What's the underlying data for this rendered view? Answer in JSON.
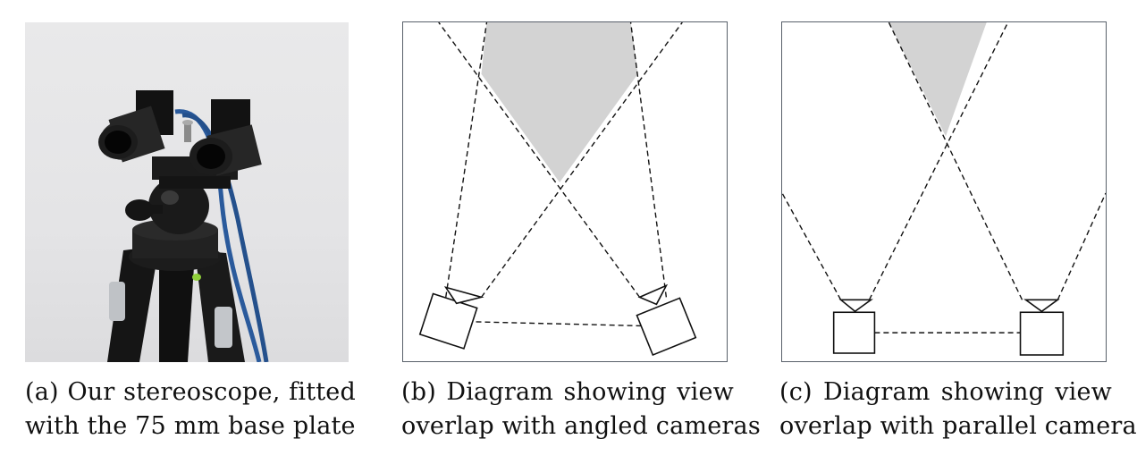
{
  "captions": {
    "a": {
      "label": "(a)",
      "line1_words": [
        "Our",
        "stereoscope,",
        "fitted"
      ],
      "line2": "with the 75 mm base plate"
    },
    "b": {
      "label": "(b)",
      "line1_words": [
        "Diagram",
        "showing",
        "view"
      ],
      "line2": "overlap with angled cameras"
    },
    "c": {
      "label": "(c)",
      "line1_words": [
        "Diagram",
        "showing",
        "view"
      ],
      "line2": "overlap with parallel cameras"
    }
  },
  "colors": {
    "overlap_fill": "#d3d3d3",
    "frame_border": "#58606a",
    "line": "#111111",
    "wall": "#e6e6e8",
    "cable": "#2a5a9c"
  }
}
